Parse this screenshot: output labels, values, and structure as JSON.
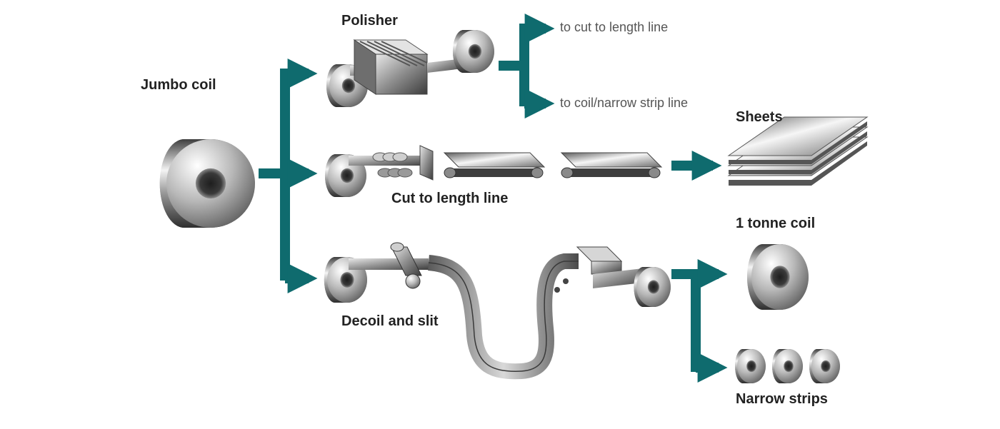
{
  "labels": {
    "jumbo_coil": "Jumbo coil",
    "polisher": "Polisher",
    "to_cut_to_length_line": "to cut to length line",
    "to_coil_narrow_strip_line": "to coil/narrow strip line",
    "sheets": "Sheets",
    "cut_to_length_line": "Cut to length line",
    "one_tonne_coil": "1 tonne coil",
    "decoil_and_slit": "Decoil and slit",
    "narrow_strips": "Narrow strips"
  },
  "colors": {
    "arrow": "#0f6b6e",
    "metal_dark": "#4a4a4a",
    "metal_light": "#f2f2f2"
  },
  "icons": [
    "coil-icon",
    "polisher-machine-icon",
    "shear-icon",
    "conveyor-icon",
    "sheet-stack-icon",
    "slitter-icon",
    "strip-loop-icon"
  ]
}
